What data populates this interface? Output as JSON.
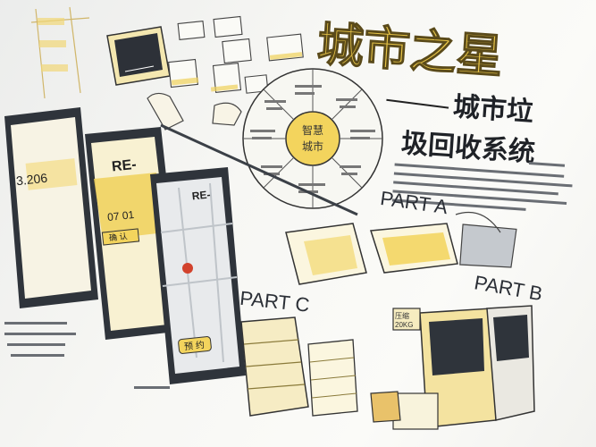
{
  "title": "城市之星",
  "subtitle_line1": "城市垃",
  "subtitle_line2": "圾回收系统",
  "part_a": "PART A",
  "part_b": "PART B",
  "part_c": "PART C",
  "app_badge": "RE-",
  "app_date": "07 01",
  "app_confirm": "确 认",
  "app_button": "预 约",
  "app_stat": "3.206",
  "wheel_center_1": "智慧",
  "wheel_center_2": "城市",
  "scale_label_1": "压缩",
  "scale_label_2": "20KG",
  "colors": {
    "accent": "#f0d15a",
    "ink": "#2a2e36",
    "paper": "#f6f6f2"
  }
}
